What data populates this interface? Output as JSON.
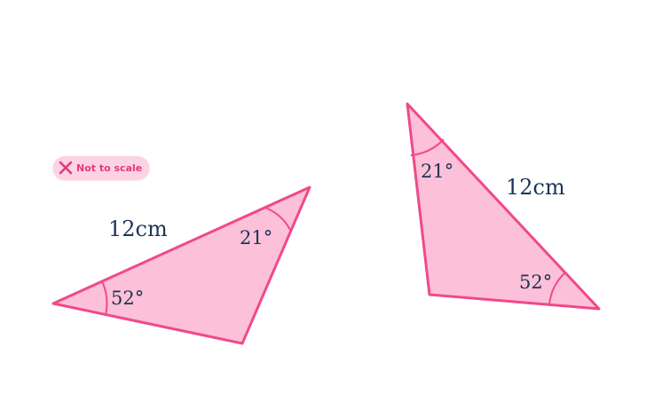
{
  "badge": {
    "label": "Not to scale",
    "icon": "cross-icon",
    "color": "#e23b7e",
    "background": "#fcd3e3"
  },
  "triangles": [
    {
      "side_label": "12cm",
      "angle_a": "52°",
      "angle_b": "21°"
    },
    {
      "side_label": "12cm",
      "angle_a": "52°",
      "angle_b": "21°"
    }
  ],
  "colors": {
    "fill": "#fcc0d8",
    "stroke": "#f0498a",
    "text": "#1b3556"
  }
}
